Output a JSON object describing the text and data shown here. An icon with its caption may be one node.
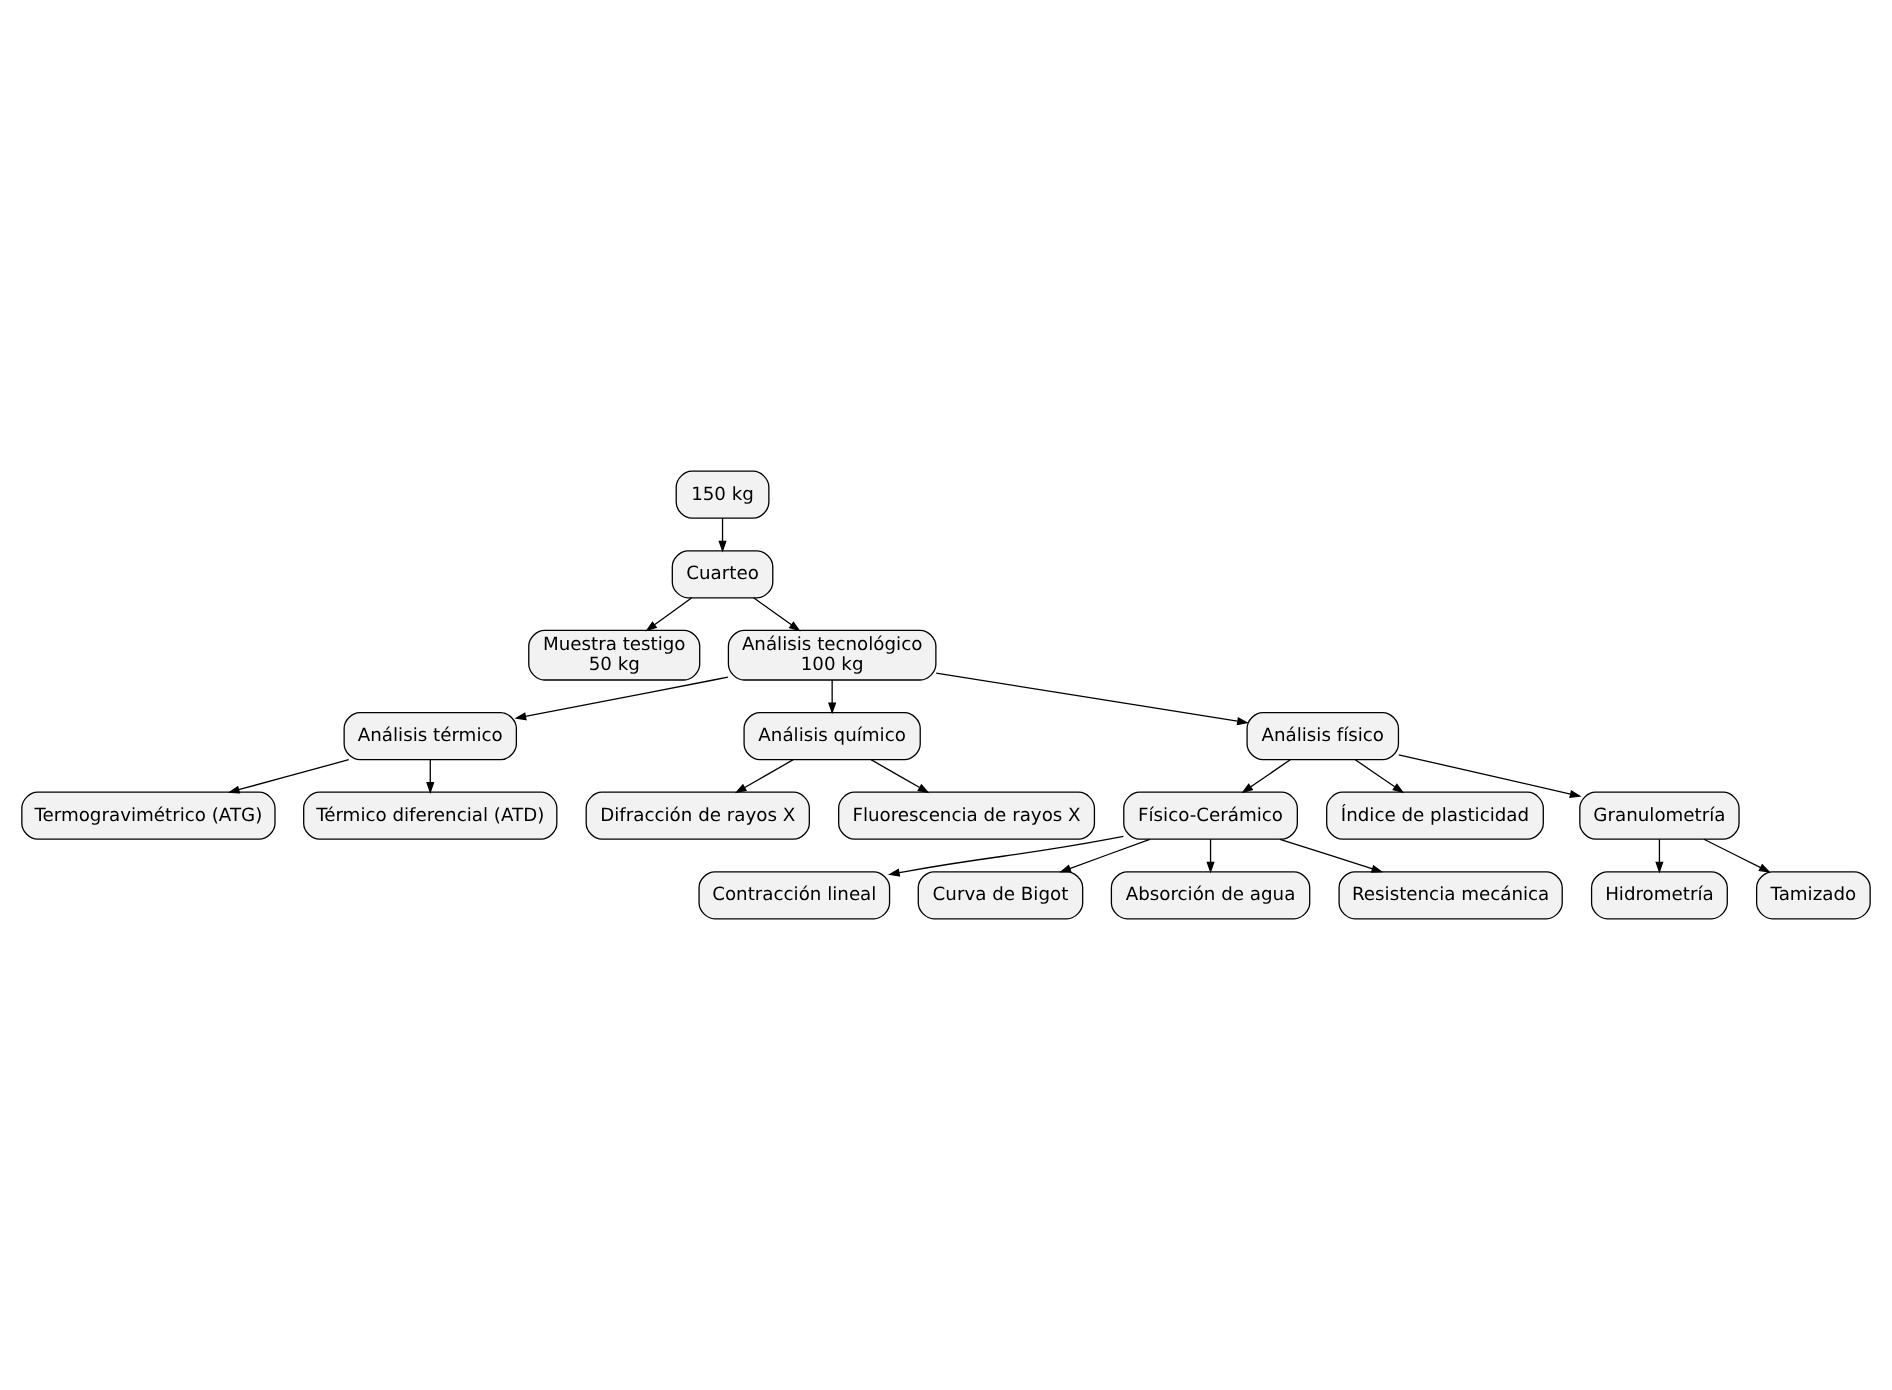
{
  "diagram": {
    "nodes": [
      {
        "text": [
          "150 kg"
        ]
      },
      {
        "text": [
          "Cuarteo"
        ]
      },
      {
        "text": [
          "Muestra testigo",
          "50 kg"
        ]
      },
      {
        "text": [
          "Análisis tecnológico",
          "100 kg"
        ]
      },
      {
        "text": [
          "Análisis térmico"
        ]
      },
      {
        "text": [
          "Termogravimétrico (ATG)"
        ]
      },
      {
        "text": [
          "Térmico diferencial (ATD)"
        ]
      },
      {
        "text": [
          "Análisis químico"
        ]
      },
      {
        "text": [
          "Difracción de rayos X"
        ]
      },
      {
        "text": [
          "Fluorescencia de rayos X"
        ]
      },
      {
        "text": [
          "Análisis físico"
        ]
      },
      {
        "text": [
          "Físico-Cerámico"
        ]
      },
      {
        "text": [
          "Índice de plasticidad"
        ]
      },
      {
        "text": [
          "Granulometría"
        ]
      },
      {
        "text": [
          "Contracción lineal"
        ]
      },
      {
        "text": [
          "Curva de Bigot"
        ]
      },
      {
        "text": [
          "Absorción de agua"
        ]
      },
      {
        "text": [
          "Resistencia mecánica"
        ]
      },
      {
        "text": [
          "Hidrometría"
        ]
      },
      {
        "text": [
          "Tamizado"
        ]
      }
    ],
    "edges": [
      {
        "from": 0,
        "to": 1,
        "arrow": "to"
      },
      {
        "from": 1,
        "to": 2,
        "arrow": "to"
      },
      {
        "from": 1,
        "to": 3,
        "arrow": "to"
      },
      {
        "from": 3,
        "to": 4,
        "arrow": "to"
      },
      {
        "from": 3,
        "to": 7,
        "arrow": "to"
      },
      {
        "from": 3,
        "to": 10,
        "arrow": "to"
      },
      {
        "from": 4,
        "to": 5,
        "arrow": "to"
      },
      {
        "from": 4,
        "to": 6,
        "arrow": "to"
      },
      {
        "from": 7,
        "to": 8,
        "arrow": "to"
      },
      {
        "from": 7,
        "to": 9,
        "arrow": "to"
      },
      {
        "from": 10,
        "to": 11,
        "arrow": "to"
      },
      {
        "from": 10,
        "to": 12,
        "arrow": "to"
      },
      {
        "from": 10,
        "to": 13,
        "arrow": "to"
      },
      {
        "from": 11,
        "to": 14,
        "arrow": "to"
      },
      {
        "from": 11,
        "to": 15,
        "arrow": "to"
      },
      {
        "from": 11,
        "to": 16,
        "arrow": "to"
      },
      {
        "from": 11,
        "to": 17,
        "arrow": "to"
      },
      {
        "from": 13,
        "to": 18,
        "arrow": "to"
      },
      {
        "from": 13,
        "to": 19,
        "arrow": "to"
      }
    ]
  }
}
